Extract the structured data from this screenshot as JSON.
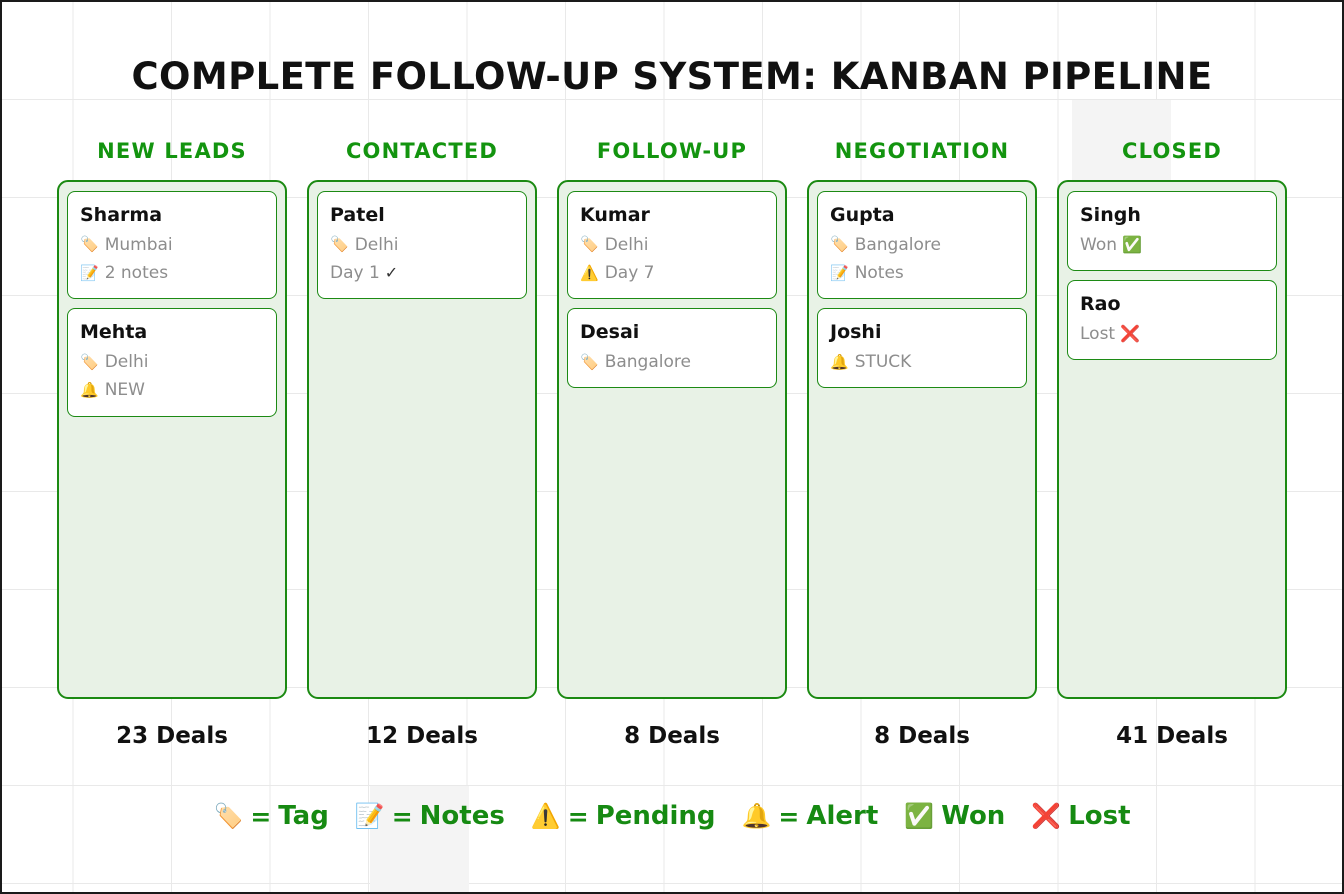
{
  "page": {
    "title": "COMPLETE FOLLOW-UP SYSTEM: KANBAN PIPELINE",
    "accent_green": "#13940f",
    "column_fill": "#e8f2e6",
    "column_border": "#1b8a12",
    "card_border": "#1c8a14",
    "text_muted": "#8d8d8d",
    "won_color": "#1db954",
    "lost_color": "#e01b1b"
  },
  "columns": [
    {
      "header": "NEW LEADS",
      "count_label": "23 Deals",
      "cards": [
        {
          "name": "Sharma",
          "lines": [
            {
              "icon": "🏷️",
              "icon_name": "tag-icon",
              "text": "Mumbai"
            },
            {
              "icon": "📝",
              "icon_name": "notes-icon",
              "text": "2 notes"
            }
          ]
        },
        {
          "name": "Mehta",
          "lines": [
            {
              "icon": "🏷️",
              "icon_name": "tag-icon",
              "text": "Delhi"
            },
            {
              "icon": "🔔",
              "icon_name": "alert-bell-icon",
              "text": "NEW"
            }
          ]
        }
      ]
    },
    {
      "header": "CONTACTED",
      "count_label": "12 Deals",
      "cards": [
        {
          "name": "Patel",
          "lines": [
            {
              "icon": "🏷️",
              "icon_name": "tag-icon",
              "text": "Delhi"
            },
            {
              "icon": "",
              "icon_name": "none",
              "text": "Day 1",
              "suffix": "✓",
              "suffix_name": "check-icon"
            }
          ]
        }
      ]
    },
    {
      "header": "FOLLOW-UP",
      "count_label": "8 Deals",
      "cards": [
        {
          "name": "Kumar",
          "lines": [
            {
              "icon": "🏷️",
              "icon_name": "tag-icon",
              "text": "Delhi"
            },
            {
              "icon": "⚠️",
              "icon_name": "pending-warning-icon",
              "text": "Day 7"
            }
          ]
        },
        {
          "name": "Desai",
          "lines": [
            {
              "icon": "🏷️",
              "icon_name": "tag-icon",
              "text": "Bangalore"
            }
          ]
        }
      ]
    },
    {
      "header": "NEGOTIATION",
      "count_label": "8 Deals",
      "cards": [
        {
          "name": "Gupta",
          "lines": [
            {
              "icon": "🏷️",
              "icon_name": "tag-icon",
              "text": "Bangalore"
            },
            {
              "icon": "📝",
              "icon_name": "notes-icon",
              "text": "Notes"
            }
          ]
        },
        {
          "name": "Joshi",
          "lines": [
            {
              "icon": "🔔",
              "icon_name": "alert-bell-icon",
              "text": "STUCK"
            }
          ]
        }
      ]
    },
    {
      "header": "CLOSED",
      "count_label": "41 Deals",
      "cards": [
        {
          "name": "Singh",
          "lines": [
            {
              "icon": "",
              "icon_name": "none",
              "text": "Won",
              "suffix": "✅",
              "suffix_name": "won-icon"
            }
          ]
        },
        {
          "name": "Rao",
          "lines": [
            {
              "icon": "",
              "icon_name": "none",
              "text": "Lost",
              "suffix": "❌",
              "suffix_name": "lost-icon"
            }
          ]
        }
      ]
    }
  ],
  "legend": [
    {
      "glyph": "🏷️",
      "glyph_name": "tag-icon",
      "eq": "=",
      "text": "Tag"
    },
    {
      "glyph": "📝",
      "glyph_name": "notes-icon",
      "eq": "=",
      "text": "Notes"
    },
    {
      "glyph": "⚠️",
      "glyph_name": "pending-warning-icon",
      "eq": "=",
      "text": "Pending"
    },
    {
      "glyph": "🔔",
      "glyph_name": "alert-bell-icon",
      "eq": "=",
      "text": "Alert"
    },
    {
      "glyph": "✅",
      "glyph_name": "won-icon",
      "eq": "",
      "text": "Won"
    },
    {
      "glyph": "❌",
      "glyph_name": "lost-icon",
      "eq": "",
      "text": "Lost"
    }
  ]
}
